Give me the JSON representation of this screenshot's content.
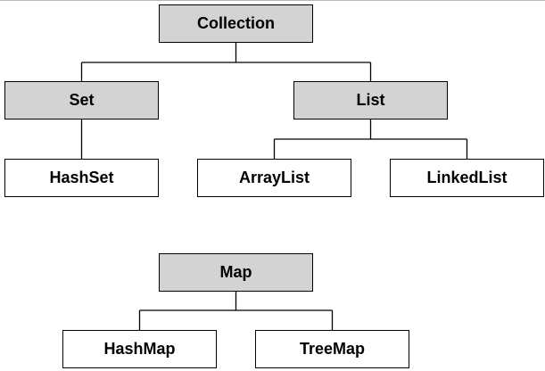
{
  "diagram": {
    "colors": {
      "interface_fill": "#d3d3d3",
      "implementation_fill": "#ffffff",
      "border": "#000000"
    },
    "nodes": {
      "collection": {
        "label": "Collection",
        "kind": "interface"
      },
      "set": {
        "label": "Set",
        "kind": "interface"
      },
      "list": {
        "label": "List",
        "kind": "interface"
      },
      "hashset": {
        "label": "HashSet",
        "kind": "implementation"
      },
      "arraylist": {
        "label": "ArrayList",
        "kind": "implementation"
      },
      "linkedlist": {
        "label": "LinkedList",
        "kind": "implementation"
      },
      "map": {
        "label": "Map",
        "kind": "interface"
      },
      "hashmap": {
        "label": "HashMap",
        "kind": "implementation"
      },
      "treemap": {
        "label": "TreeMap",
        "kind": "implementation"
      }
    },
    "edges": [
      [
        "collection",
        "set"
      ],
      [
        "collection",
        "list"
      ],
      [
        "set",
        "hashset"
      ],
      [
        "list",
        "arraylist"
      ],
      [
        "list",
        "linkedlist"
      ],
      [
        "map",
        "hashmap"
      ],
      [
        "map",
        "treemap"
      ]
    ]
  }
}
